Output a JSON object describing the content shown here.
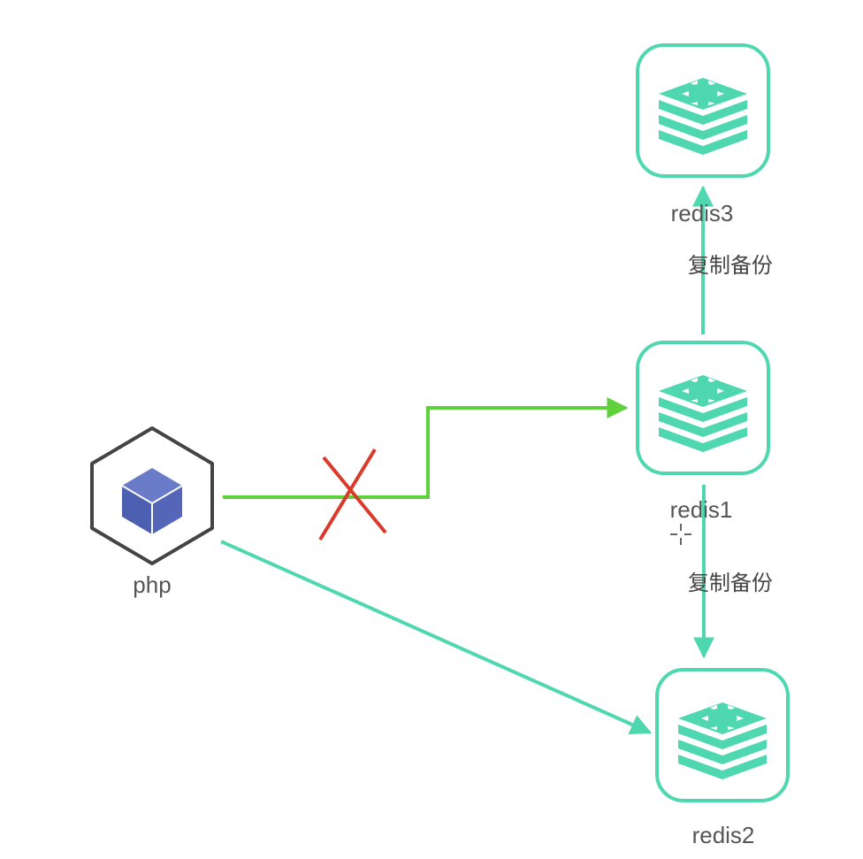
{
  "nodes": {
    "php": {
      "label": "php",
      "icon": "php-cube-icon"
    },
    "redis1": {
      "label": "redis1",
      "icon": "redis-stack-icon"
    },
    "redis2": {
      "label": "redis2",
      "icon": "redis-stack-icon"
    },
    "redis3": {
      "label": "redis3",
      "icon": "redis-stack-icon"
    }
  },
  "edges": {
    "redis1_to_redis3": {
      "label": "复制备份"
    },
    "redis1_to_redis2": {
      "label": "复制备份"
    }
  },
  "colors": {
    "redis_teal": "#4fd8b0",
    "failed_link_green": "#5fd13a",
    "cross_red": "#d93a2b",
    "php_cube_fill": "#5566b8",
    "php_outline": "#444444"
  }
}
